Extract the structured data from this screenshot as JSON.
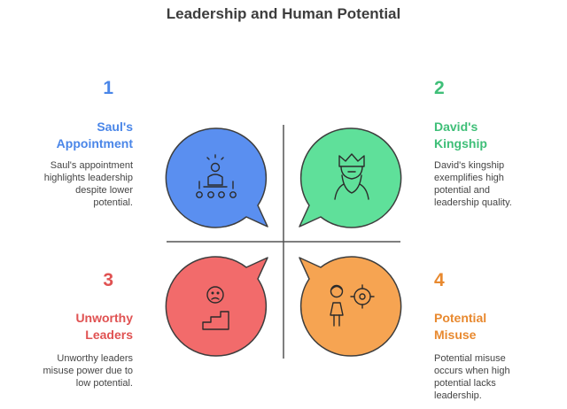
{
  "title": "Leadership and Human Potential",
  "quadrants": [
    {
      "number": "1",
      "heading": [
        "Saul's",
        "Appointment"
      ],
      "description": [
        "Saul's appointment",
        "highlights leadership",
        "despite lower",
        "potential."
      ],
      "color": "#4a86e8",
      "text_color": "#4a86e8",
      "icon": "leader-with-audience-icon"
    },
    {
      "number": "2",
      "heading": [
        "David's",
        "Kingship"
      ],
      "description": [
        "David's kingship",
        "exemplifies high",
        "potential and",
        "leadership quality."
      ],
      "color": "#57d98f",
      "text_color": "#3fbf78",
      "icon": "crowned-king-icon"
    },
    {
      "number": "3",
      "heading": [
        "Unworthy",
        "Leaders"
      ],
      "description": [
        "Unworthy leaders",
        "misuse power due to",
        "low potential."
      ],
      "color": "#f26b6b",
      "text_color": "#e05252",
      "icon": "sad-person-podium-icon"
    },
    {
      "number": "4",
      "heading": [
        "Potential",
        "Misuse"
      ],
      "description": [
        "Potential misuse",
        "occurs when high",
        "potential lacks",
        "leadership."
      ],
      "color": "#f5a04d",
      "text_color": "#e8892f",
      "icon": "person-target-icon"
    }
  ]
}
